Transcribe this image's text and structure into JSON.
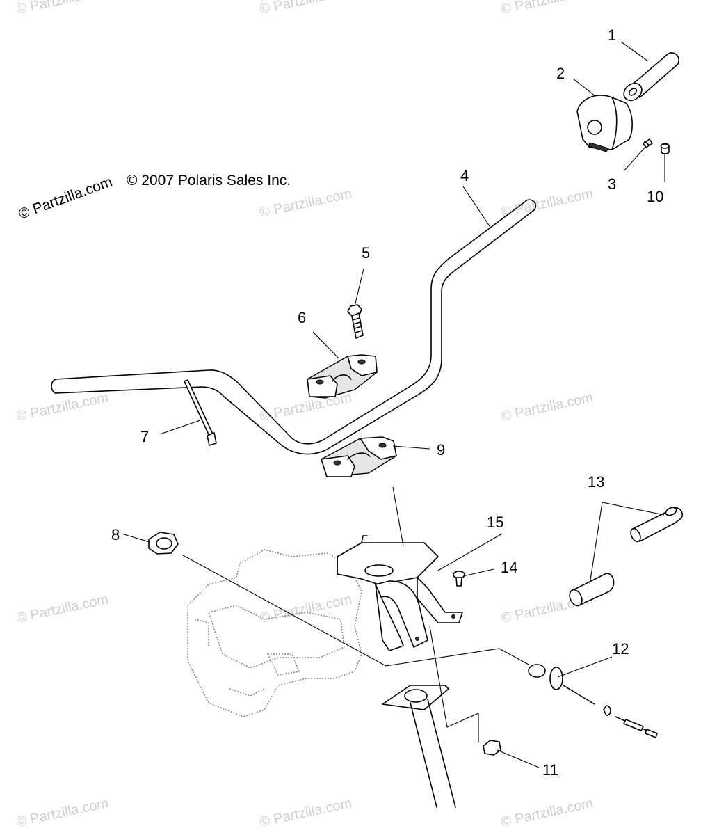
{
  "copyright": "© 2007 Polaris Sales Inc.",
  "watermark": "© Partzilla.com",
  "callouts": [
    "1",
    "2",
    "3",
    "4",
    "5",
    "6",
    "7",
    "8",
    "9",
    "10",
    "11",
    "12",
    "13",
    "14",
    "15"
  ]
}
